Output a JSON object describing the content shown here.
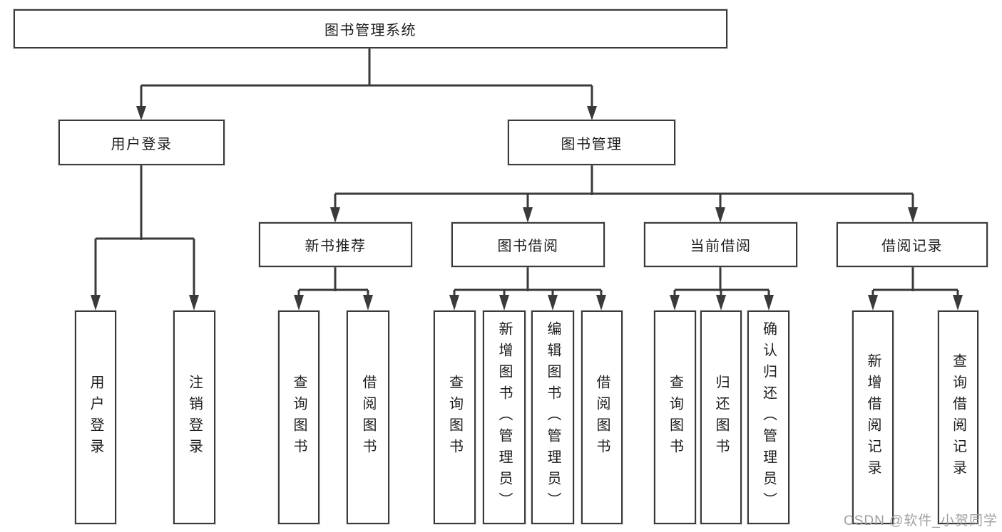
{
  "diagram": {
    "type": "tree",
    "root": {
      "label": "图书管理系统",
      "children": [
        {
          "label": "用户登录",
          "children": [
            {
              "label": "用户登录"
            },
            {
              "label": "注销登录"
            }
          ]
        },
        {
          "label": "图书管理",
          "children": [
            {
              "label": "新书推荐",
              "children": [
                {
                  "label": "查询图书"
                },
                {
                  "label": "借阅图书"
                }
              ]
            },
            {
              "label": "图书借阅",
              "children": [
                {
                  "label": "查询图书"
                },
                {
                  "label": "新增图书（管理员）"
                },
                {
                  "label": "编辑图书（管理员）"
                },
                {
                  "label": "借阅图书"
                }
              ]
            },
            {
              "label": "当前借阅",
              "children": [
                {
                  "label": "查询图书"
                },
                {
                  "label": "归还图书"
                },
                {
                  "label": "确认归还（管理员）"
                }
              ]
            },
            {
              "label": "借阅记录",
              "children": [
                {
                  "label": "新增借阅记录"
                },
                {
                  "label": "查询借阅记录"
                }
              ]
            }
          ]
        }
      ]
    },
    "watermark": "CSDN @软件_小贺同学",
    "colors": {
      "line": "#3a3a3a",
      "box_border": "#3a3a3a",
      "text": "#1d1d1d",
      "watermark": "#9f9f9f",
      "background": "#ffffff"
    }
  }
}
